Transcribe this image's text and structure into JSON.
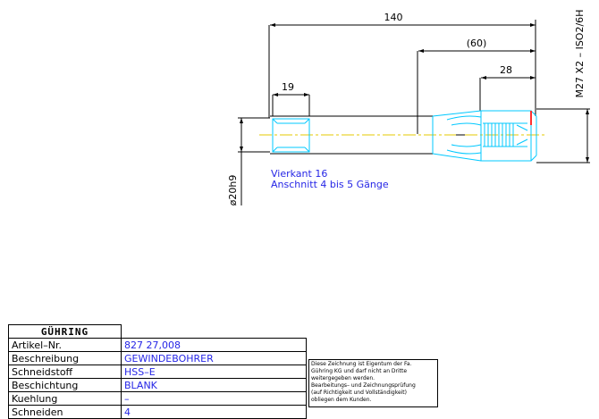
{
  "dimensions": {
    "overall_length": "140",
    "ref_length": "(60)",
    "shank_length": "28",
    "square_length": "19",
    "diameter": "ø20h9",
    "thread_spec": "M27  X2  –  ISO2/6H"
  },
  "notes": {
    "square": "Vierkant 16",
    "chamfer": "Anschnitt 4 bis 5 Gänge"
  },
  "title_block": {
    "logo": "GÜHRING",
    "rows": [
      {
        "label": "Artikel–Nr.",
        "value": "827 27,008"
      },
      {
        "label": "Beschreibung",
        "value": "GEWINDEBOHRER"
      },
      {
        "label": "Schneidstoff",
        "value": "HSS–E"
      },
      {
        "label": "Beschichtung",
        "value": "BLANK"
      },
      {
        "label": "Kuehlung",
        "value": "–"
      },
      {
        "label": "Schneiden",
        "value": "4"
      }
    ]
  },
  "disclaimer": {
    "lines": [
      "Diese Zeichnung ist Eigentum der Fa.",
      "Gühring KG und darf nicht an Dritte",
      "weitergegeben werden.",
      "Bearbeitungs– und Zeichnungsprüfung",
      "(auf Richtigkeit und Vollständigkeit)",
      "obliegen dem Kunden."
    ]
  },
  "colors": {
    "outline": "#00c8ff",
    "centerline": "#e6c800",
    "dimension": "#000000",
    "annotation": "#2626e6",
    "accent": "#ff3030"
  }
}
